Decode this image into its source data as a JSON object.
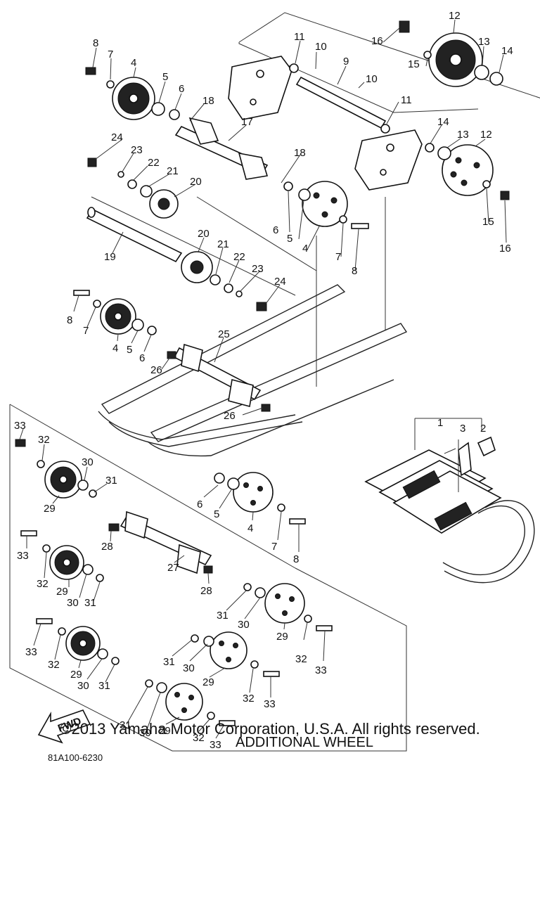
{
  "diagram": {
    "section_label": "ADDITIONAL WHEEL",
    "drawing_number": "81A100-6230",
    "fwd_label": "FWD",
    "callouts": [
      "1",
      "2",
      "3",
      "4",
      "5",
      "6",
      "7",
      "8",
      "9",
      "10",
      "11",
      "12",
      "13",
      "14",
      "15",
      "16",
      "17",
      "18",
      "19",
      "20",
      "21",
      "22",
      "23",
      "24",
      "25",
      "26",
      "27",
      "28",
      "29",
      "30",
      "31",
      "32",
      "33"
    ]
  },
  "footer": {
    "copyright": "©2013 Yamaha Motor Corporation, U.S.A. All rights reserved."
  }
}
